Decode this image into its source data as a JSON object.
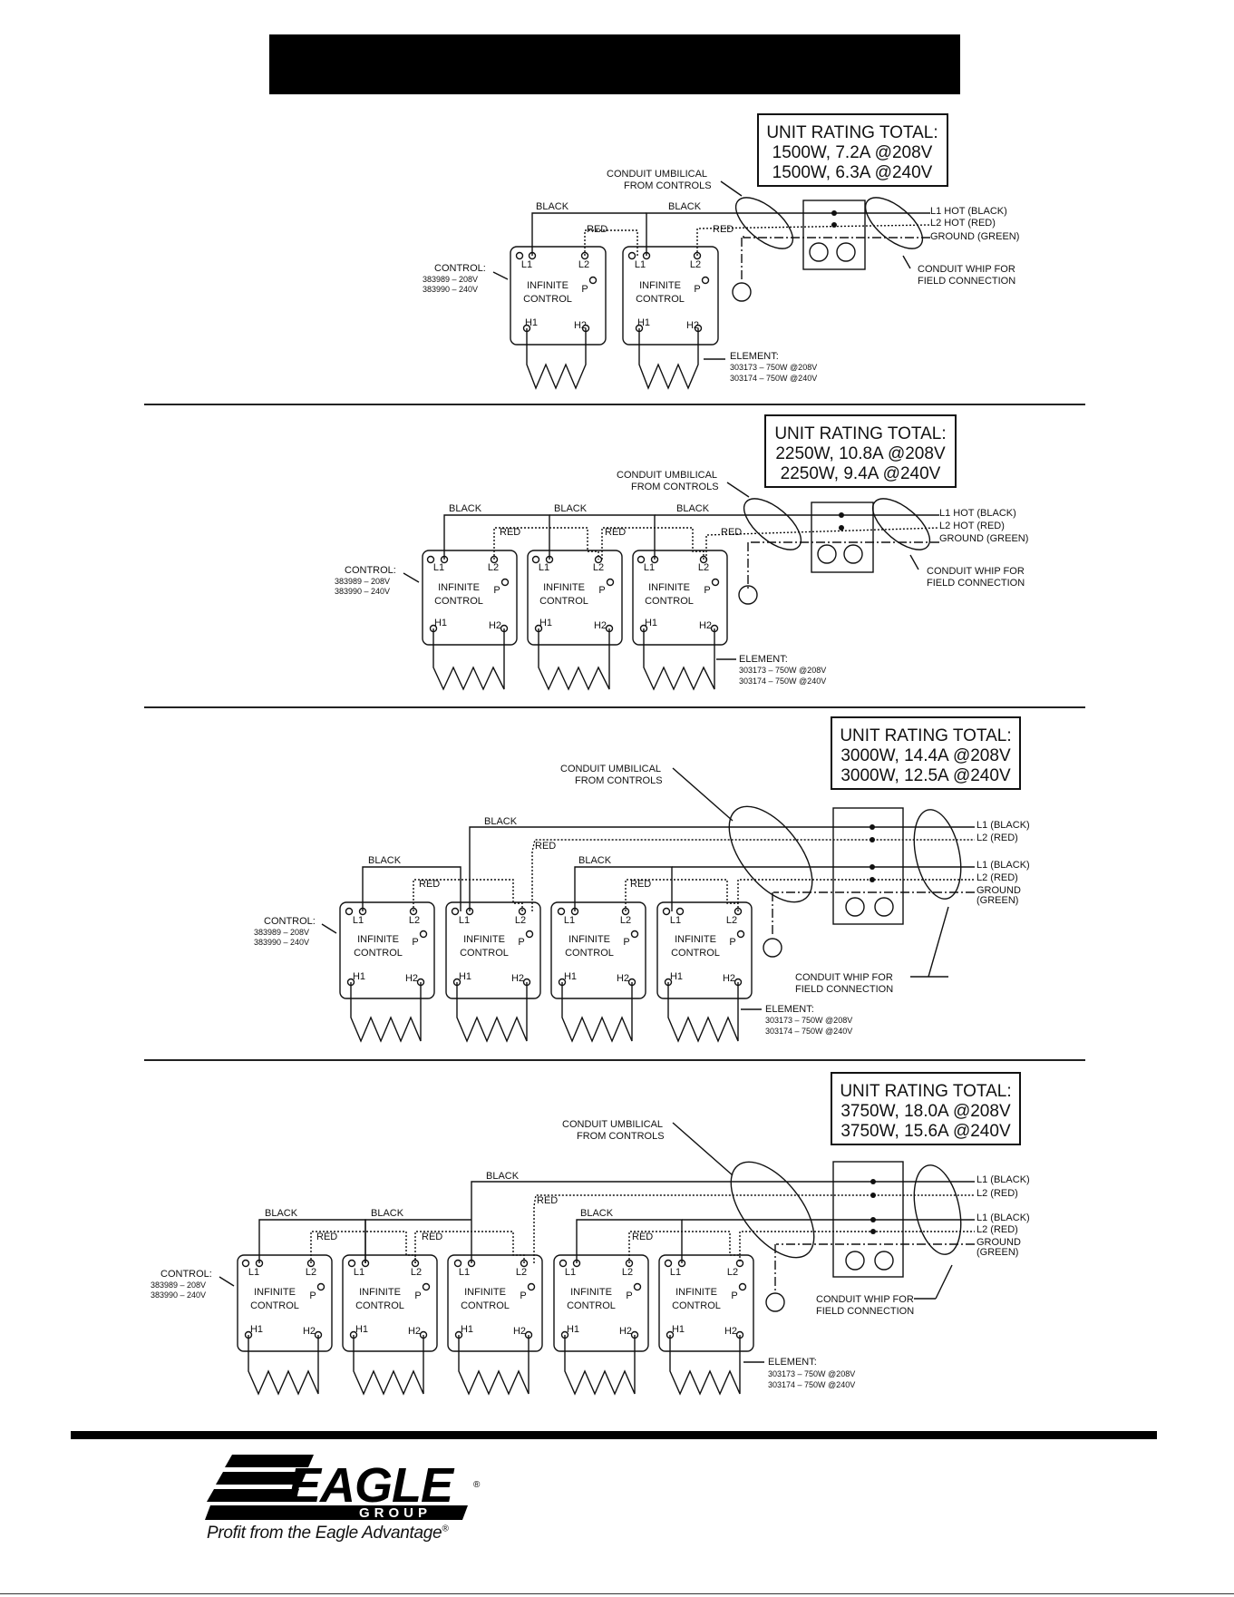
{
  "common": {
    "control_label": "CONTROL:",
    "control_208": "383989 – 208V",
    "control_240": "383990 – 240V",
    "infinite": "INFINITE",
    "control": "CONTROL",
    "t_l1": "L1",
    "t_l2": "L2",
    "t_p": "P",
    "t_h1": "H1",
    "t_h2": "H2",
    "black": "BLACK",
    "red": "RED",
    "element_label": "ELEMENT:",
    "element_208": "303173 – 750W @208V",
    "element_240": "303174 – 750W @240V",
    "umbilical_1": "CONDUIT UMBILICAL",
    "umbilical_2": "FROM CONTROLS",
    "whip_1": "CONDUIT WHIP FOR",
    "whip_2": "FIELD CONNECTION",
    "l1_hot": "L1  HOT (BLACK)",
    "l2_hot": "L2  HOT (RED)",
    "ground_green": "GROUND  (GREEN)",
    "l1_black": "L1  (BLACK)",
    "l2_red": "L2  (RED)",
    "ground": "GROUND",
    "green": "(GREEN)"
  },
  "diagrams": [
    {
      "rating_title": "UNIT RATING TOTAL:",
      "rating_208": "1500W, 7.2A @208V",
      "rating_240": "1500W, 6.3A @240V",
      "controls": 2
    },
    {
      "rating_title": "UNIT RATING TOTAL:",
      "rating_208": "2250W, 10.8A @208V",
      "rating_240": "2250W, 9.4A @240V",
      "controls": 3
    },
    {
      "rating_title": "UNIT RATING TOTAL:",
      "rating_208": "3000W, 14.4A @208V",
      "rating_240": "3000W, 12.5A @240V",
      "controls": 4
    },
    {
      "rating_title": "UNIT RATING TOTAL:",
      "rating_208": "3750W, 18.0A @208V",
      "rating_240": "3750W, 15.6A @240V",
      "controls": 5
    }
  ],
  "footer": {
    "logo_word": "EAGLE",
    "logo_group": "GROUP",
    "tagline": "Profit from the Eagle Advantage"
  }
}
